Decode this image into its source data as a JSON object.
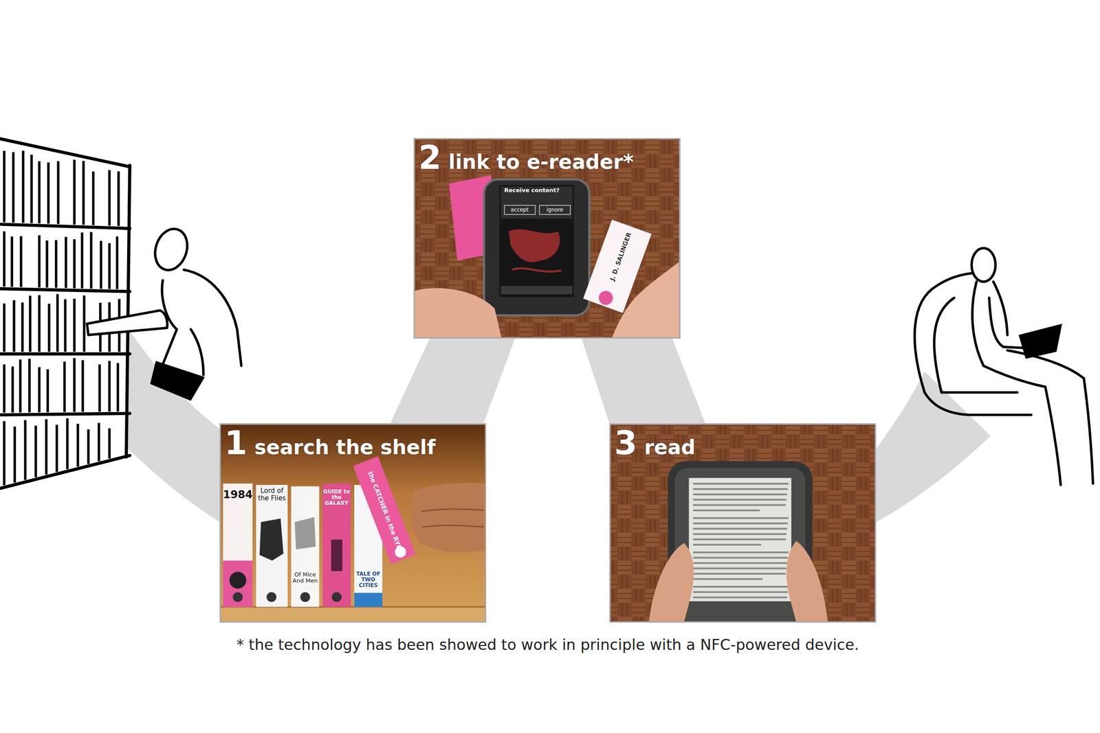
{
  "diagram": {
    "caption": "* the technology has been showed to work in principle with a NFC-powered device.",
    "nodes": [
      {
        "text": [
          "1",
          "search the shelf"
        ]
      },
      {
        "text": [
          "2",
          "link to e-reader*"
        ]
      },
      {
        "text": [
          "3",
          "read"
        ]
      }
    ],
    "edges": [
      {
        "from": 0,
        "to": 1,
        "arrow": "none"
      },
      {
        "from": 1,
        "to": 2,
        "arrow": "none"
      }
    ],
    "labels": [
      "1984",
      "Lord of the Flies",
      "Of Mice And Men",
      "GUIDE to the GALAXY",
      "TALE OF TWO CITIES",
      "the CATCHER in the RYE",
      "Receive content?",
      "accept",
      "ignore",
      "J. D. SALINGER"
    ]
  }
}
